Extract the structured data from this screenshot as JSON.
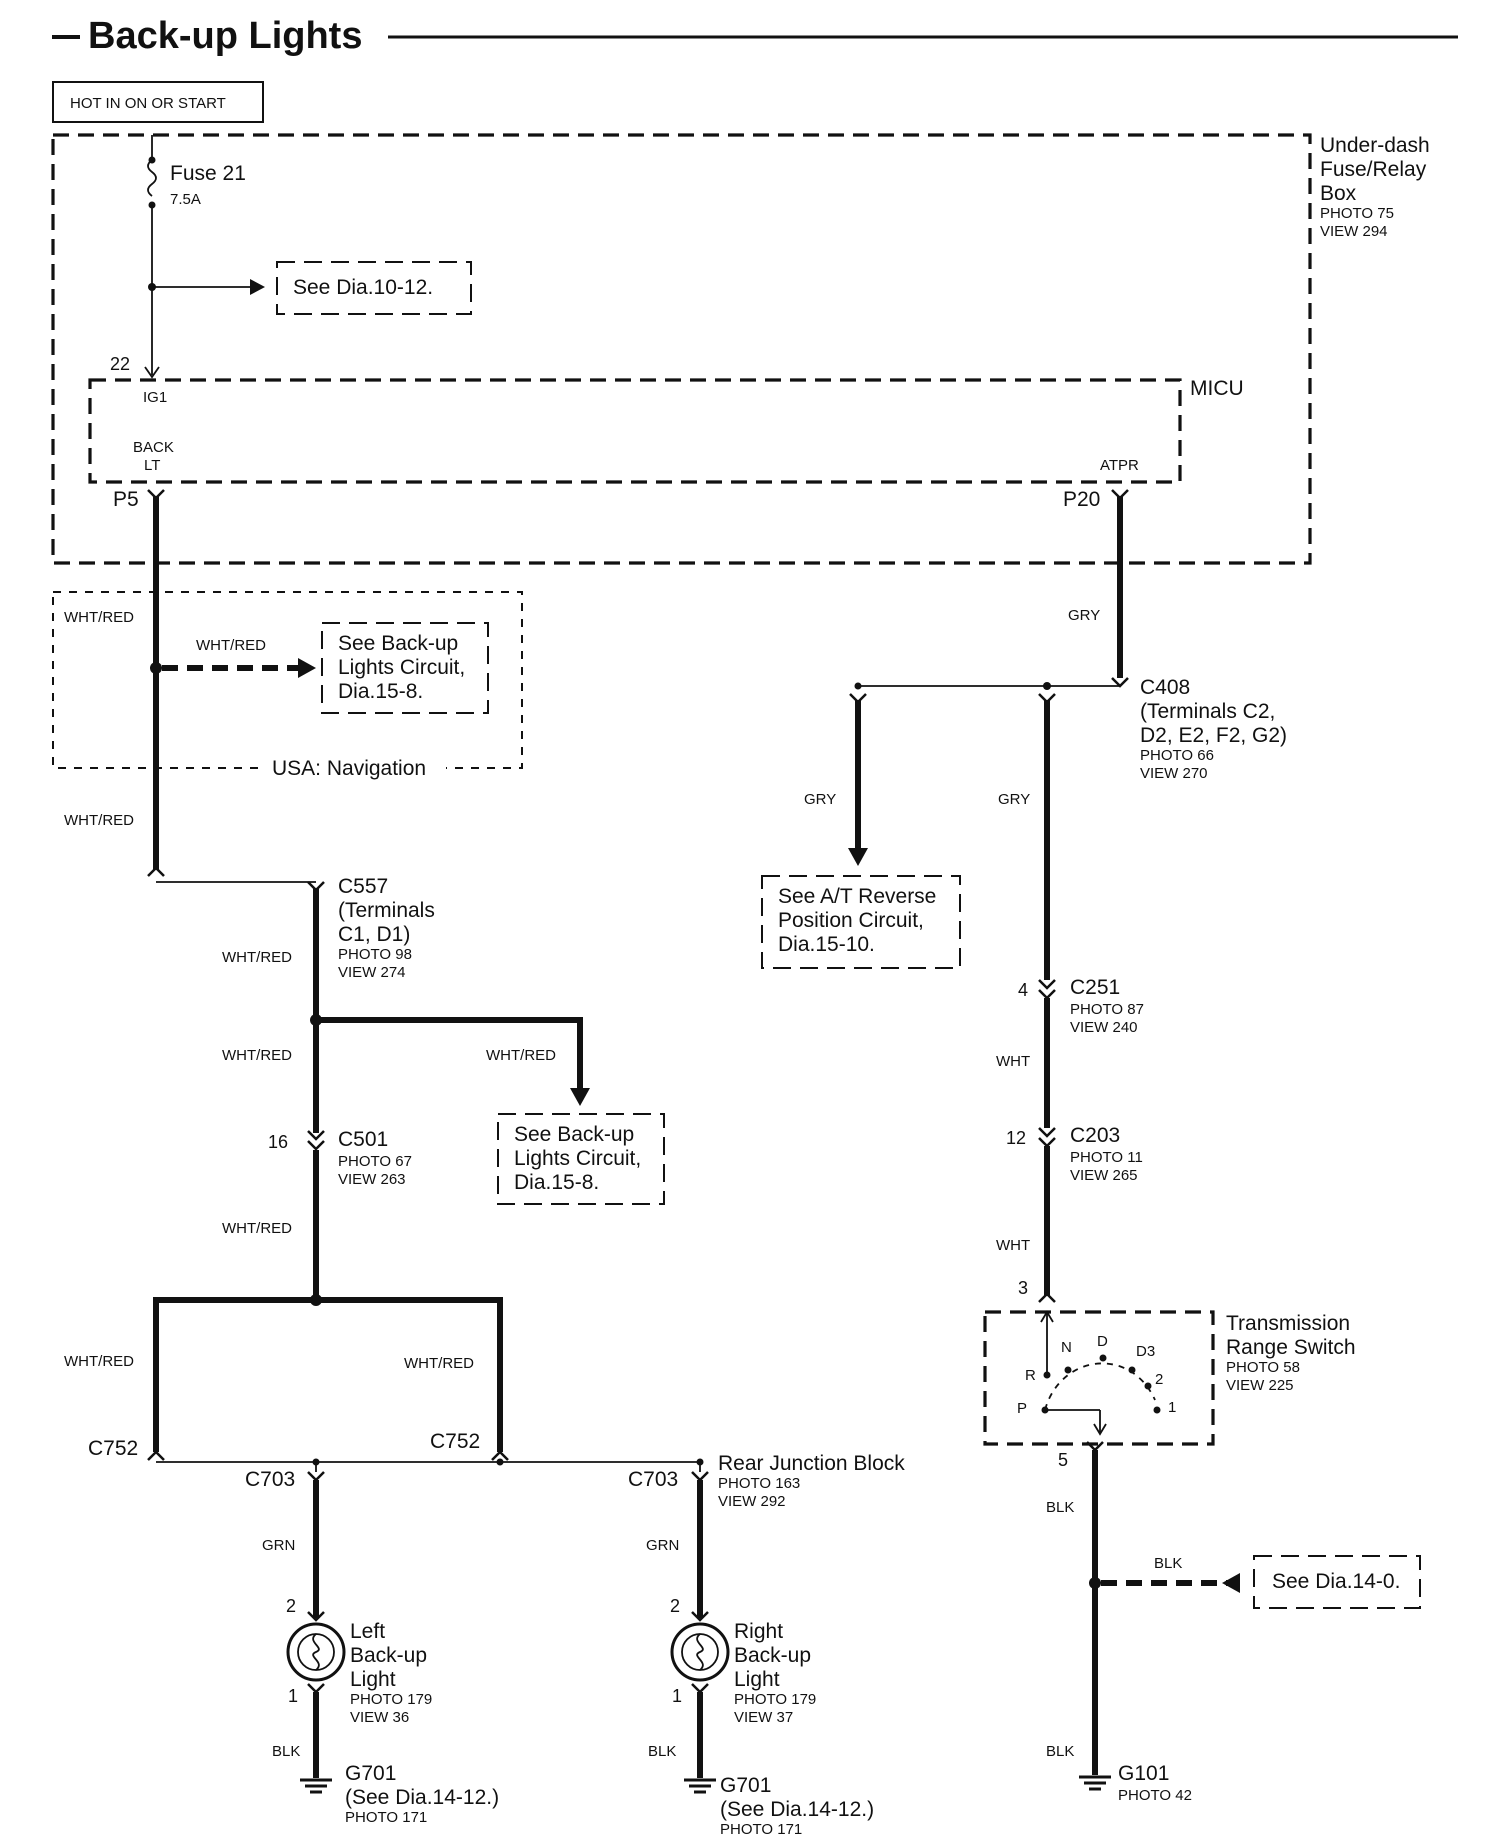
{
  "title": "Back-up Lights",
  "power": "HOT IN ON OR START",
  "fuse": {
    "name": "Fuse 21",
    "rating": "7.5A"
  },
  "fusebox": {
    "l1": "Under-dash",
    "l2": "Fuse/Relay",
    "l3": "Box",
    "photo": "PHOTO 75",
    "view": "VIEW 294"
  },
  "refs": {
    "dia1012": "See Dia.10-12.",
    "backup_l1": "See Back-up",
    "backup_l2": "Lights Circuit,",
    "backup_l3": "Dia.15-8.",
    "atrev_l1": "See A/T Reverse",
    "atrev_l2": "Position Circuit,",
    "atrev_l3": "Dia.15-10.",
    "dia140": "See Dia.14-0."
  },
  "micu": {
    "name": "MICU",
    "pin_in": "22",
    "pin_in_label": "IG1",
    "out1_l1": "BACK",
    "out1_l2": "LT",
    "out1_pin": "P5",
    "out2_label": "ATPR",
    "out2_pin": "P20"
  },
  "nav": "USA: Navigation",
  "wires": {
    "wr": "WHT/RED",
    "gry": "GRY",
    "wht": "WHT",
    "grn": "GRN",
    "blk": "BLK"
  },
  "c557": {
    "name": "C557",
    "l2": "(Terminals",
    "l3": "C1, D1)",
    "photo": "PHOTO 98",
    "view": "VIEW 274"
  },
  "c501": {
    "name": "C501",
    "pin": "16",
    "photo": "PHOTO 67",
    "view": "VIEW 263"
  },
  "c752": "C752",
  "c703": "C703",
  "rjb": {
    "name": "Rear Junction Block",
    "photo": "PHOTO 163",
    "view": "VIEW 292"
  },
  "left_light": {
    "pin_top": "2",
    "pin_bot": "1",
    "l1": "Left",
    "l2": "Back-up",
    "l3": "Light",
    "photo": "PHOTO 179",
    "view": "VIEW 36"
  },
  "right_light": {
    "pin_top": "2",
    "pin_bot": "1",
    "l1": "Right",
    "l2": "Back-up",
    "l3": "Light",
    "photo": "PHOTO 179",
    "view": "VIEW 37"
  },
  "g701": {
    "name": "G701",
    "l2": "(See Dia.14-12.)",
    "photo": "PHOTO 171"
  },
  "c408": {
    "name": "C408",
    "l2": "(Terminals C2,",
    "l3": "D2, E2, F2, G2)",
    "photo": "PHOTO 66",
    "view": "VIEW 270"
  },
  "c251": {
    "name": "C251",
    "pin": "4",
    "photo": "PHOTO 87",
    "view": "VIEW 240"
  },
  "c203": {
    "name": "C203",
    "pin": "12",
    "photo": "PHOTO 11",
    "view": "VIEW 265"
  },
  "trs": {
    "l1": "Transmission",
    "l2": "Range Switch",
    "photo": "PHOTO 58",
    "view": "VIEW 225",
    "pin_in": "3",
    "pin_out": "5",
    "pos_n": "N",
    "pos_d": "D",
    "pos_d3": "D3",
    "pos_r": "R",
    "pos_2": "2",
    "pos_p": "P",
    "pos_1": "1"
  },
  "g101": {
    "name": "G101",
    "photo": "PHOTO 42"
  }
}
